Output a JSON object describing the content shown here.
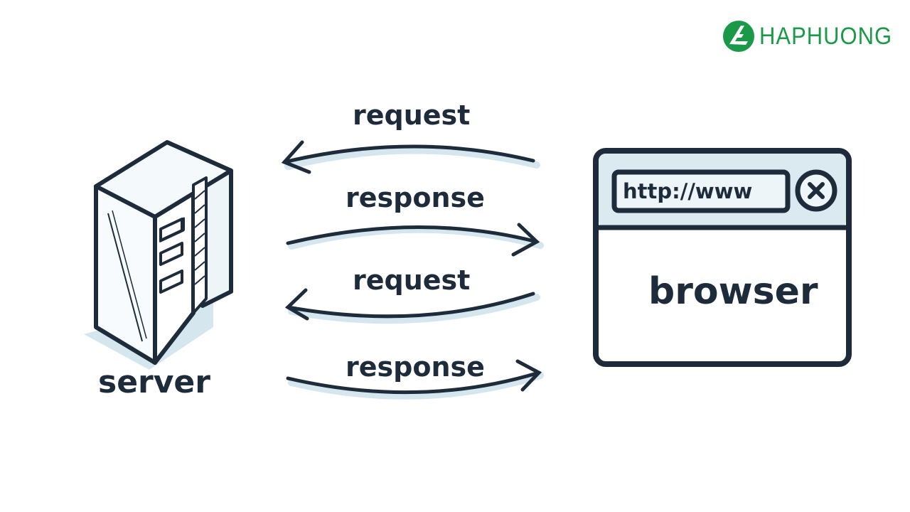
{
  "brand": {
    "name": "HAPHUONG",
    "color": "#1a9a48"
  },
  "diagram": {
    "server": {
      "label": "server",
      "icon": "server-tower-icon"
    },
    "browser": {
      "label": "browser",
      "url_text": "http://www",
      "close_icon": "close-icon"
    },
    "arrows": [
      {
        "label": "request",
        "direction": "to-server"
      },
      {
        "label": "response",
        "direction": "to-browser"
      },
      {
        "label": "request",
        "direction": "to-server"
      },
      {
        "label": "response",
        "direction": "to-browser"
      }
    ],
    "colors": {
      "ink": "#1d2b3a",
      "shadow": "#d5e6ef"
    }
  }
}
